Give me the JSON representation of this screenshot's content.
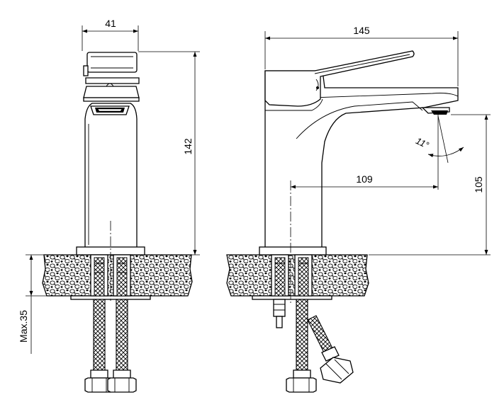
{
  "dimensions": {
    "front_width": "41",
    "front_height": "142",
    "mount_thickness": "Max.35",
    "side_length": "145",
    "spout_reach": "109",
    "spout_height": "105",
    "spout_angle": "11°"
  },
  "colors": {
    "line": "#000000",
    "background": "#ffffff"
  }
}
